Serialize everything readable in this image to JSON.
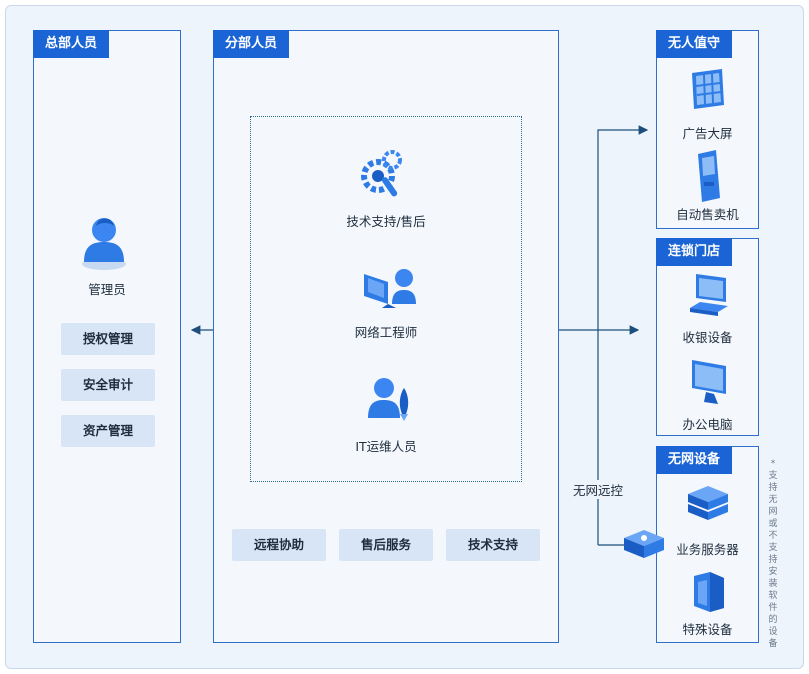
{
  "hq": {
    "title": "总部人员",
    "admin_label": "管理员",
    "buttons": [
      "授权管理",
      "安全审计",
      "资产管理"
    ]
  },
  "branch": {
    "title": "分部人员",
    "roles": [
      "技术支持/售后",
      "网络工程师",
      "IT运维人员"
    ],
    "buttons": [
      "远程协助",
      "售后服务",
      "技术支持"
    ]
  },
  "unattended": {
    "title": "无人值守",
    "items": [
      "广告大屏",
      "自动售卖机"
    ]
  },
  "chain_store": {
    "title": "连锁门店",
    "items": [
      "收银设备",
      "办公电脑"
    ]
  },
  "no_network": {
    "title": "无网设备",
    "items": [
      "业务服务器",
      "特殊设备"
    ],
    "link_label": "无网远控",
    "note": "*支持无网或不支持安装软件的设备"
  },
  "colors": {
    "accent": "#1a64d6",
    "panel_border": "#2f6fc8",
    "button_bg": "#d7e5f6",
    "line": "#1c4f7d"
  }
}
